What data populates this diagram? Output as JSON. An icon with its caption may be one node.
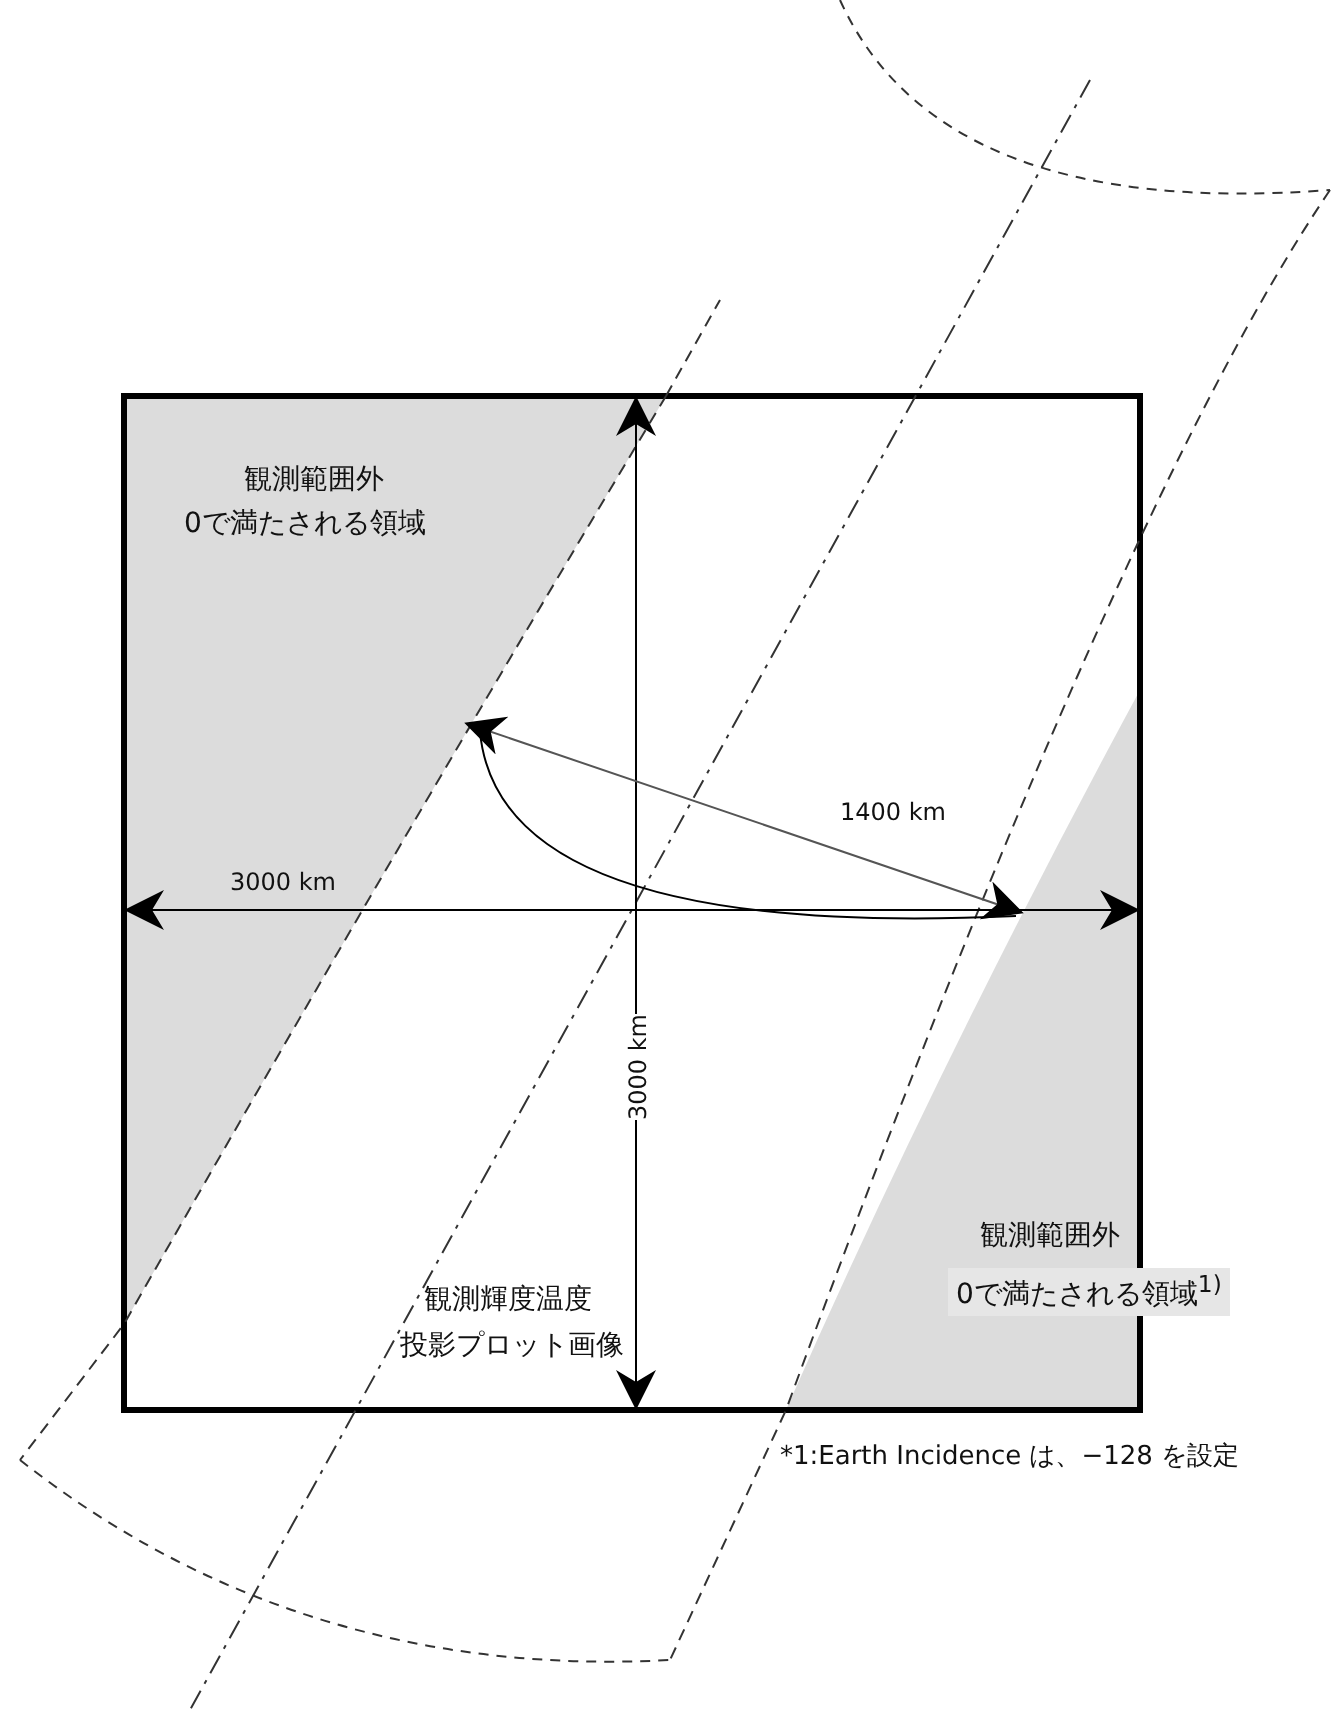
{
  "diagram": {
    "labels": [
      "観測範囲外",
      "0で満たされる領域",
      "1400 km",
      "3000 km",
      "3000 km",
      "観測範囲外",
      "0で満たされる領域$^{1)}$",
      "観測輝度温度",
      "投影プロット画像",
      "*1:Earth Incidence は、−128 を設定"
    ]
  }
}
